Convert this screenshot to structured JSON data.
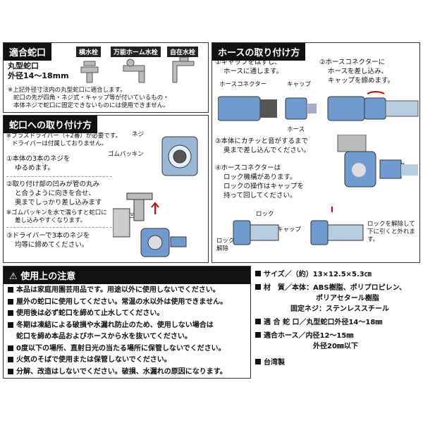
{
  "faucet_section": {
    "title": "適合蛇口",
    "types": [
      "横水栓",
      "万能ホーム水栓",
      "自在水栓"
    ],
    "spec_line1": "丸型蛇口",
    "spec_line2": "外径14～18mm",
    "notes": [
      "※上記外径寸法内の丸型蛇口に適合します。",
      "蛇口の先が四角・ネジ式・キャップ等が付いているもの・",
      "本体ネジで蛇口に固定できないものには使用できません。"
    ]
  },
  "install_section": {
    "title": "蛇口への取り付け方",
    "notes": [
      "※プラスドライバー（+2番）が必要です。",
      "ドライバーは付属しておりません。"
    ],
    "steps": [
      [
        "①本体の3本のネジを",
        "ゆるめます。"
      ],
      [
        "②取り付け部の凹みが管の丸み",
        "と合うように向きを合せ、",
        "奥までしっかり差し込みます"
      ],
      [
        "※ゴムパッキンを水で濡らすと蛇口に",
        "差し込みやすくなります。"
      ],
      [
        "③ドライバーで3本のネジを",
        "均等に締めてください。"
      ]
    ],
    "labels": {
      "screw": "ネジ",
      "packing": "ゴムパッキン",
      "dent": "凹み"
    }
  },
  "hose_section": {
    "title": "ホースの取り付け方",
    "steps": [
      [
        "①キャップをはずし、",
        "ホースに通します。"
      ],
      [
        "②ホースコネクターに",
        "ホースを差し込み、",
        "キャップを締めます。"
      ],
      [
        "③本体にカチッと音がするまで",
        "奥まで差し込んでください。"
      ],
      [
        "④ホースコネクターは",
        "ロック機構があります。",
        "ロックの操作はキャップを",
        "持って回してください。"
      ]
    ],
    "labels": {
      "connector": "ホースコネクター",
      "cap": "キャップ",
      "hose": "ホース",
      "click": "カチッ",
      "lock": "ロック",
      "cap2": "キャップ",
      "unlock1": "ロック",
      "unlock2": "解除",
      "release1": "ロックを解除して",
      "release2": "下に引くと外れます。"
    }
  },
  "caution": {
    "title": "使用上の注意",
    "items": [
      "本品は家庭用園芸用品です。用途以外に使用しないでください。",
      "屋外の蛇口に使用してください。常温の水以外は使用できません。",
      "使用後は必ず蛇口を締めて止水してください。",
      "冬期は凍結による破損や水漏れ防止のため、使用しない場合は",
      "蛇口を締め本品およびホースから水を抜いてください。",
      "0度以下の場所、直射日光の当たる場所に保管しないでください。",
      "火気のそばで使用または保管しないでください。",
      "分解、改造はしないでください。破損、水漏れの原因になります。"
    ],
    "bullet_rows": [
      true,
      true,
      true,
      true,
      false,
      true,
      true,
      true
    ]
  },
  "specs": {
    "size": "サイズ／（約）13×12.5×5.3㎝",
    "material_label": "材　質／本体：ABS樹脂、ポリプロピレン、",
    "material_2": "ポリアセタール樹脂",
    "material_3": "固定ネジ：ステンレススチール",
    "faucet": "適 合 蛇 口／丸型蛇口外径14～18㎜",
    "hose_1": "適合ホース／内径12～15㎜",
    "hose_2": "外径20㎜以下",
    "origin": "台湾製"
  }
}
